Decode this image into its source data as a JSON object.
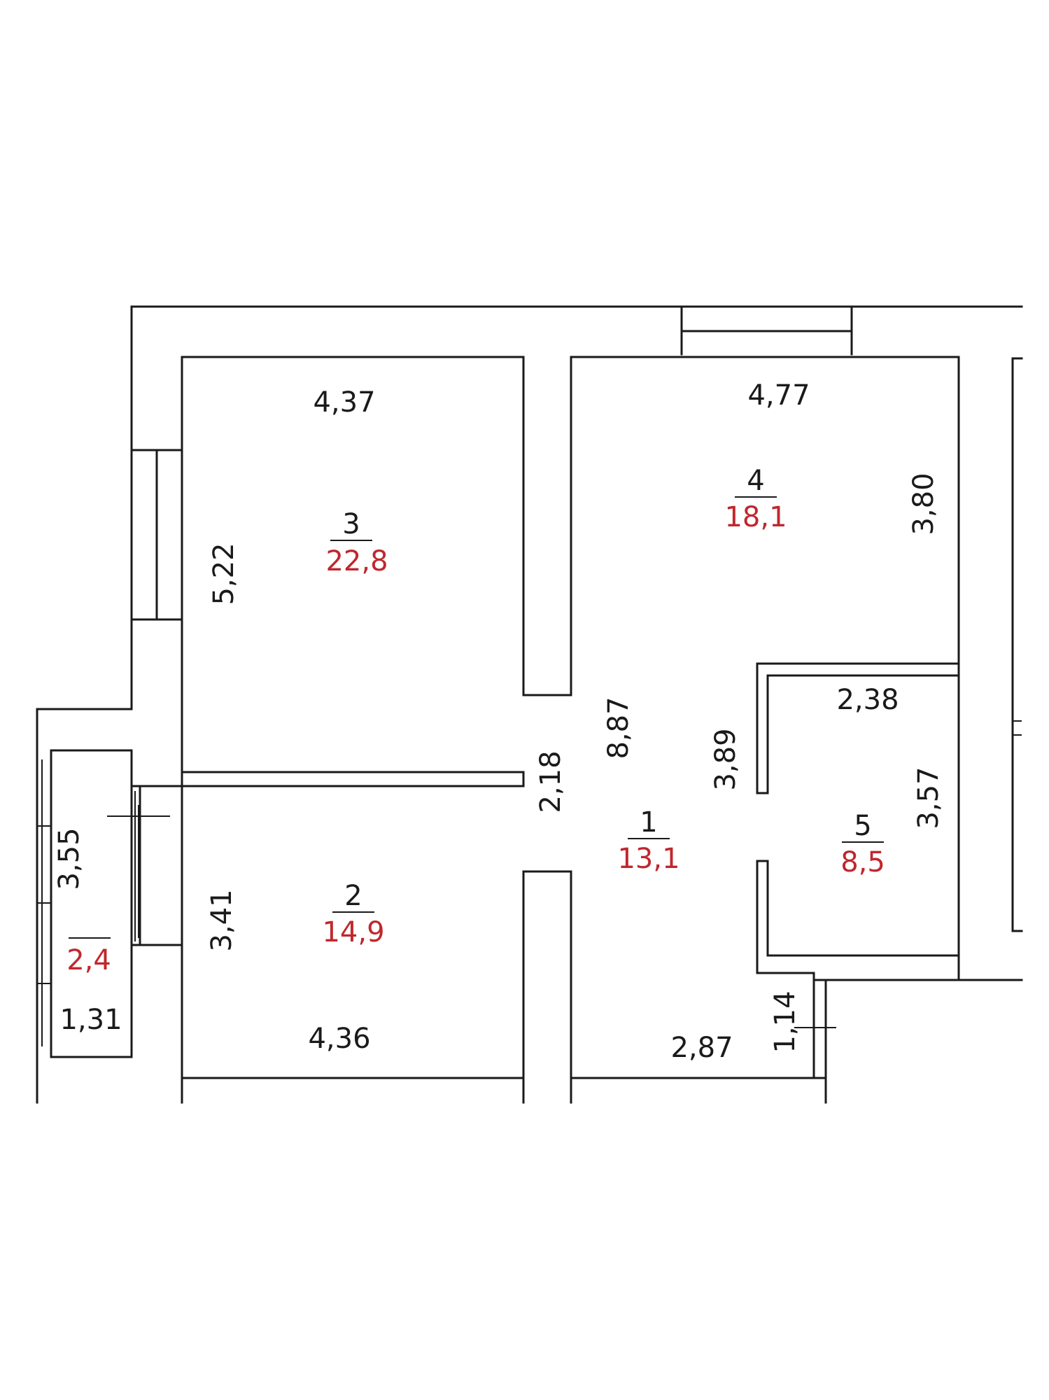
{
  "colors": {
    "wall": "#1a1a1a",
    "area": "#c0272d",
    "background": "#ffffff"
  },
  "rooms": [
    {
      "number": "1",
      "area": "13,1"
    },
    {
      "number": "2",
      "area": "14,9"
    },
    {
      "number": "3",
      "area": "22,8"
    },
    {
      "number": "4",
      "area": "18,1"
    },
    {
      "number": "5",
      "area": "8,5"
    },
    {
      "number": "",
      "area": "2,4"
    }
  ],
  "dimensions": {
    "room3_width": "4,37",
    "room3_height": "5,22",
    "room4_width": "4,77",
    "room4_height": "3,80",
    "hall_length": "8,87",
    "hall_opening": "2,18",
    "hall_wall": "3,89",
    "room5_width": "2,38",
    "room5_height": "3,57",
    "balcony_length": "3,55",
    "balcony_width": "1,31",
    "room2_height": "3,41",
    "room2_width": "4,36",
    "hall_bottom_width": "2,87",
    "hall_niche": "1,14"
  }
}
